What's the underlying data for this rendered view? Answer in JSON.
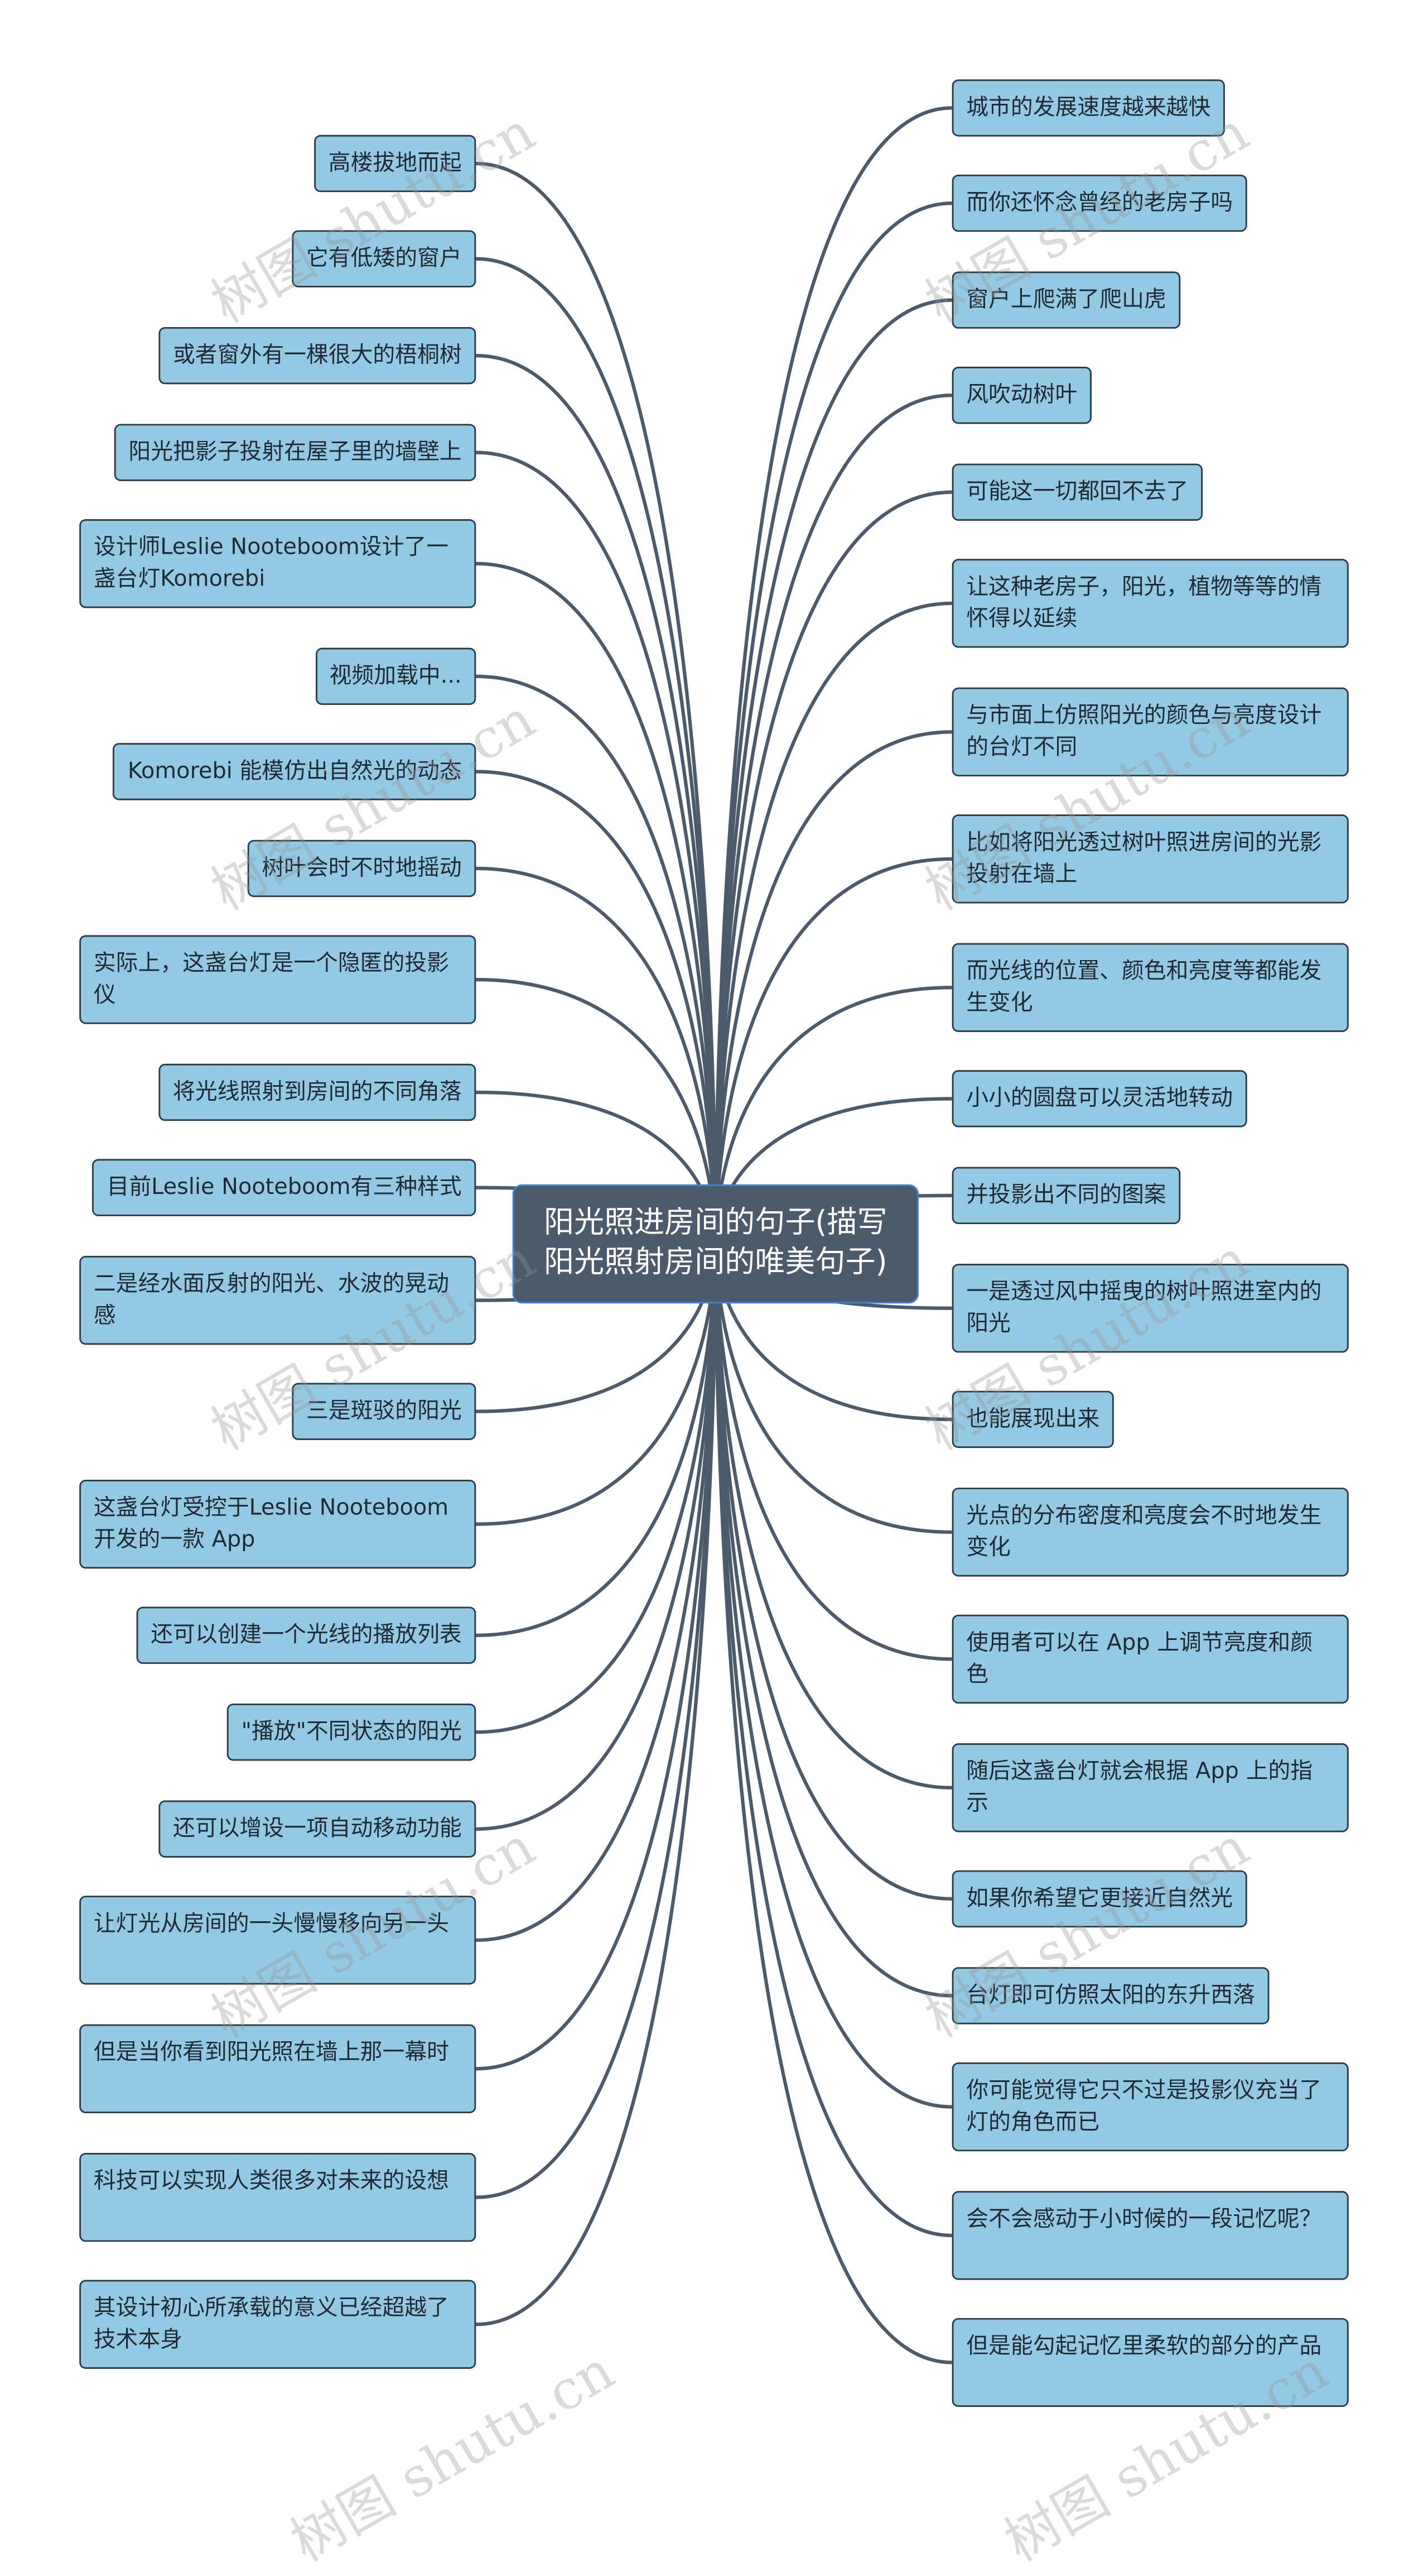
{
  "center": {
    "title": "阳光照进房间的句子(描写阳光照射房间的唯美句子)"
  },
  "left": [
    "高楼拔地而起",
    "它有低矮的窗户",
    "或者窗外有一棵很大的梧桐树",
    "阳光把影子投射在屋子里的墙壁上",
    "设计师Leslie Nooteboom设计了一盏台灯Komorebi",
    "视频加载中...",
    "Komorebi 能模仿出自然光的动态",
    "树叶会时不时地摇动",
    "实际上，这盏台灯是一个隐匿的投影仪",
    "将光线照射到房间的不同角落",
    "目前Leslie Nooteboom有三种样式",
    "二是经水面反射的阳光、水波的晃动感",
    "三是斑驳的阳光",
    "这盏台灯受控于Leslie Nooteboom 开发的一款 App",
    "还可以创建一个光线的播放列表",
    "\"播放\"不同状态的阳光",
    "还可以增设一项自动移动功能",
    "让灯光从房间的一头慢慢移向另一头",
    "但是当你看到阳光照在墙上那一幕时",
    "科技可以实现人类很多对未来的设想",
    "其设计初心所承载的意义已经超越了技术本身"
  ],
  "right": [
    "城市的发展速度越来越快",
    "而你还怀念曾经的老房子吗",
    "窗户上爬满了爬山虎",
    "风吹动树叶",
    "可能这一切都回不去了",
    "让这种老房子，阳光，植物等等的情怀得以延续",
    "与市面上仿照阳光的颜色与亮度设计的台灯不同",
    "比如将阳光透过树叶照进房间的光影投射在墙上",
    "而光线的位置、颜色和亮度等都能发生变化",
    "小小的圆盘可以灵活地转动",
    "并投影出不同的图案",
    "一是透过风中摇曳的树叶照进室内的阳光",
    "也能展现出来",
    "光点的分布密度和亮度会不时地发生变化",
    "使用者可以在 App 上调节亮度和颜色",
    "随后这盏台灯就会根据 App 上的指示",
    "如果你希望它更接近自然光",
    "台灯即可仿照太阳的东升西落",
    "你可能觉得它只不过是投影仪充当了灯的角色而已",
    "会不会感动于小时候的一段记忆呢？",
    "但是能勾起记忆里柔软的部分的产品"
  ],
  "watermark": "树图 shutu.cn",
  "colors": {
    "node": "#94c9e3",
    "center": "#4b5b6b",
    "link": "#4b5b6b"
  }
}
